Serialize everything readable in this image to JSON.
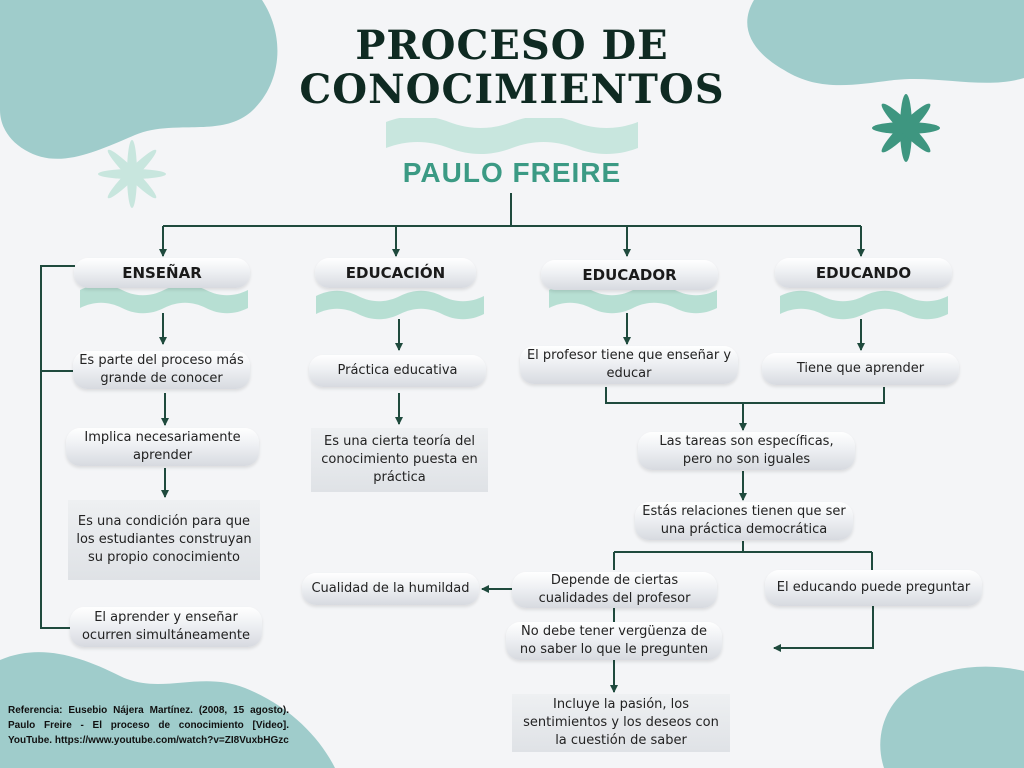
{
  "title_line1": "PROCESO DE",
  "title_line2": "CONOCIMIENTOS",
  "subtitle": "PAULO FREIRE",
  "colors": {
    "teal_blob": "#9fcccb",
    "mint": "#c8e6de",
    "green_star": "#3e9680",
    "line": "#1f4a3d"
  },
  "columns": {
    "ensenar": {
      "label": "ENSEÑAR",
      "items": [
        "Es parte del proceso más grande de conocer",
        "Implica necesariamente aprender",
        "Es una condición para que los estudiantes construyan su propio conocimiento",
        "El aprender y enseñar ocurren simultáneamente"
      ]
    },
    "educacion": {
      "label": "EDUCACIÓN",
      "items": [
        "Práctica educativa",
        "Es una cierta teoría del conocimiento puesta en práctica"
      ]
    },
    "educador": {
      "label": "EDUCADOR",
      "items": [
        "El profesor tiene que enseñar y educar"
      ]
    },
    "educando": {
      "label": "EDUCANDO",
      "items": [
        "Tiene que aprender"
      ]
    }
  },
  "shared": {
    "tareas": "Las tareas son específicas, pero no son iguales",
    "relaciones": "Estás relaciones tienen que ser una práctica democrática",
    "depende": "Depende de ciertas cualidades del profesor",
    "humildad": "Cualidad de la humildad",
    "verguenza": "No debe tener vergüenza de no saber lo que le pregunten",
    "pasion": "Incluye la pasión, los sentimientos y los deseos con la cuestión de saber",
    "preguntar": "El educando puede preguntar"
  },
  "reference": "Referencia: Eusebio Nájera Martínez. (2008, 15 agosto). Paulo Freire - El proceso de conocimiento [Video]. YouTube. https://www.youtube.com/watch?v=ZI8VuxbHGzc"
}
